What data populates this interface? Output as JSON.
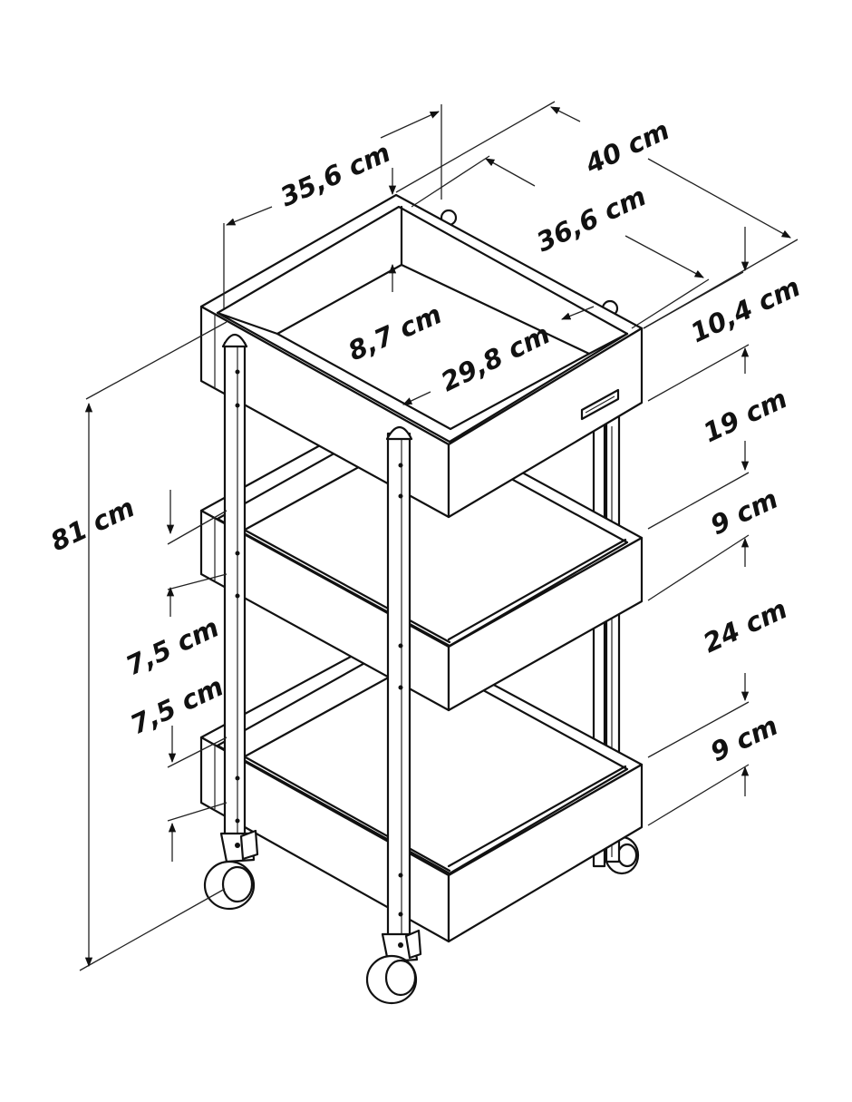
{
  "dimensions": {
    "top_width": "35,6 cm",
    "overall_depth": "40 cm",
    "inner_depth": "36,6 cm",
    "tray_height": "8,7 cm",
    "inner_width": "29,8 cm",
    "top_tray_height": "10,4 cm",
    "gap_top": "19 cm",
    "middle_tray_height": "9 cm",
    "gap_bottom": "24 cm",
    "bottom_tray_height": "9 cm",
    "overall_height": "81 cm",
    "middle_tray_side": "7,5 cm",
    "bottom_tray_side": "7,5 cm"
  }
}
